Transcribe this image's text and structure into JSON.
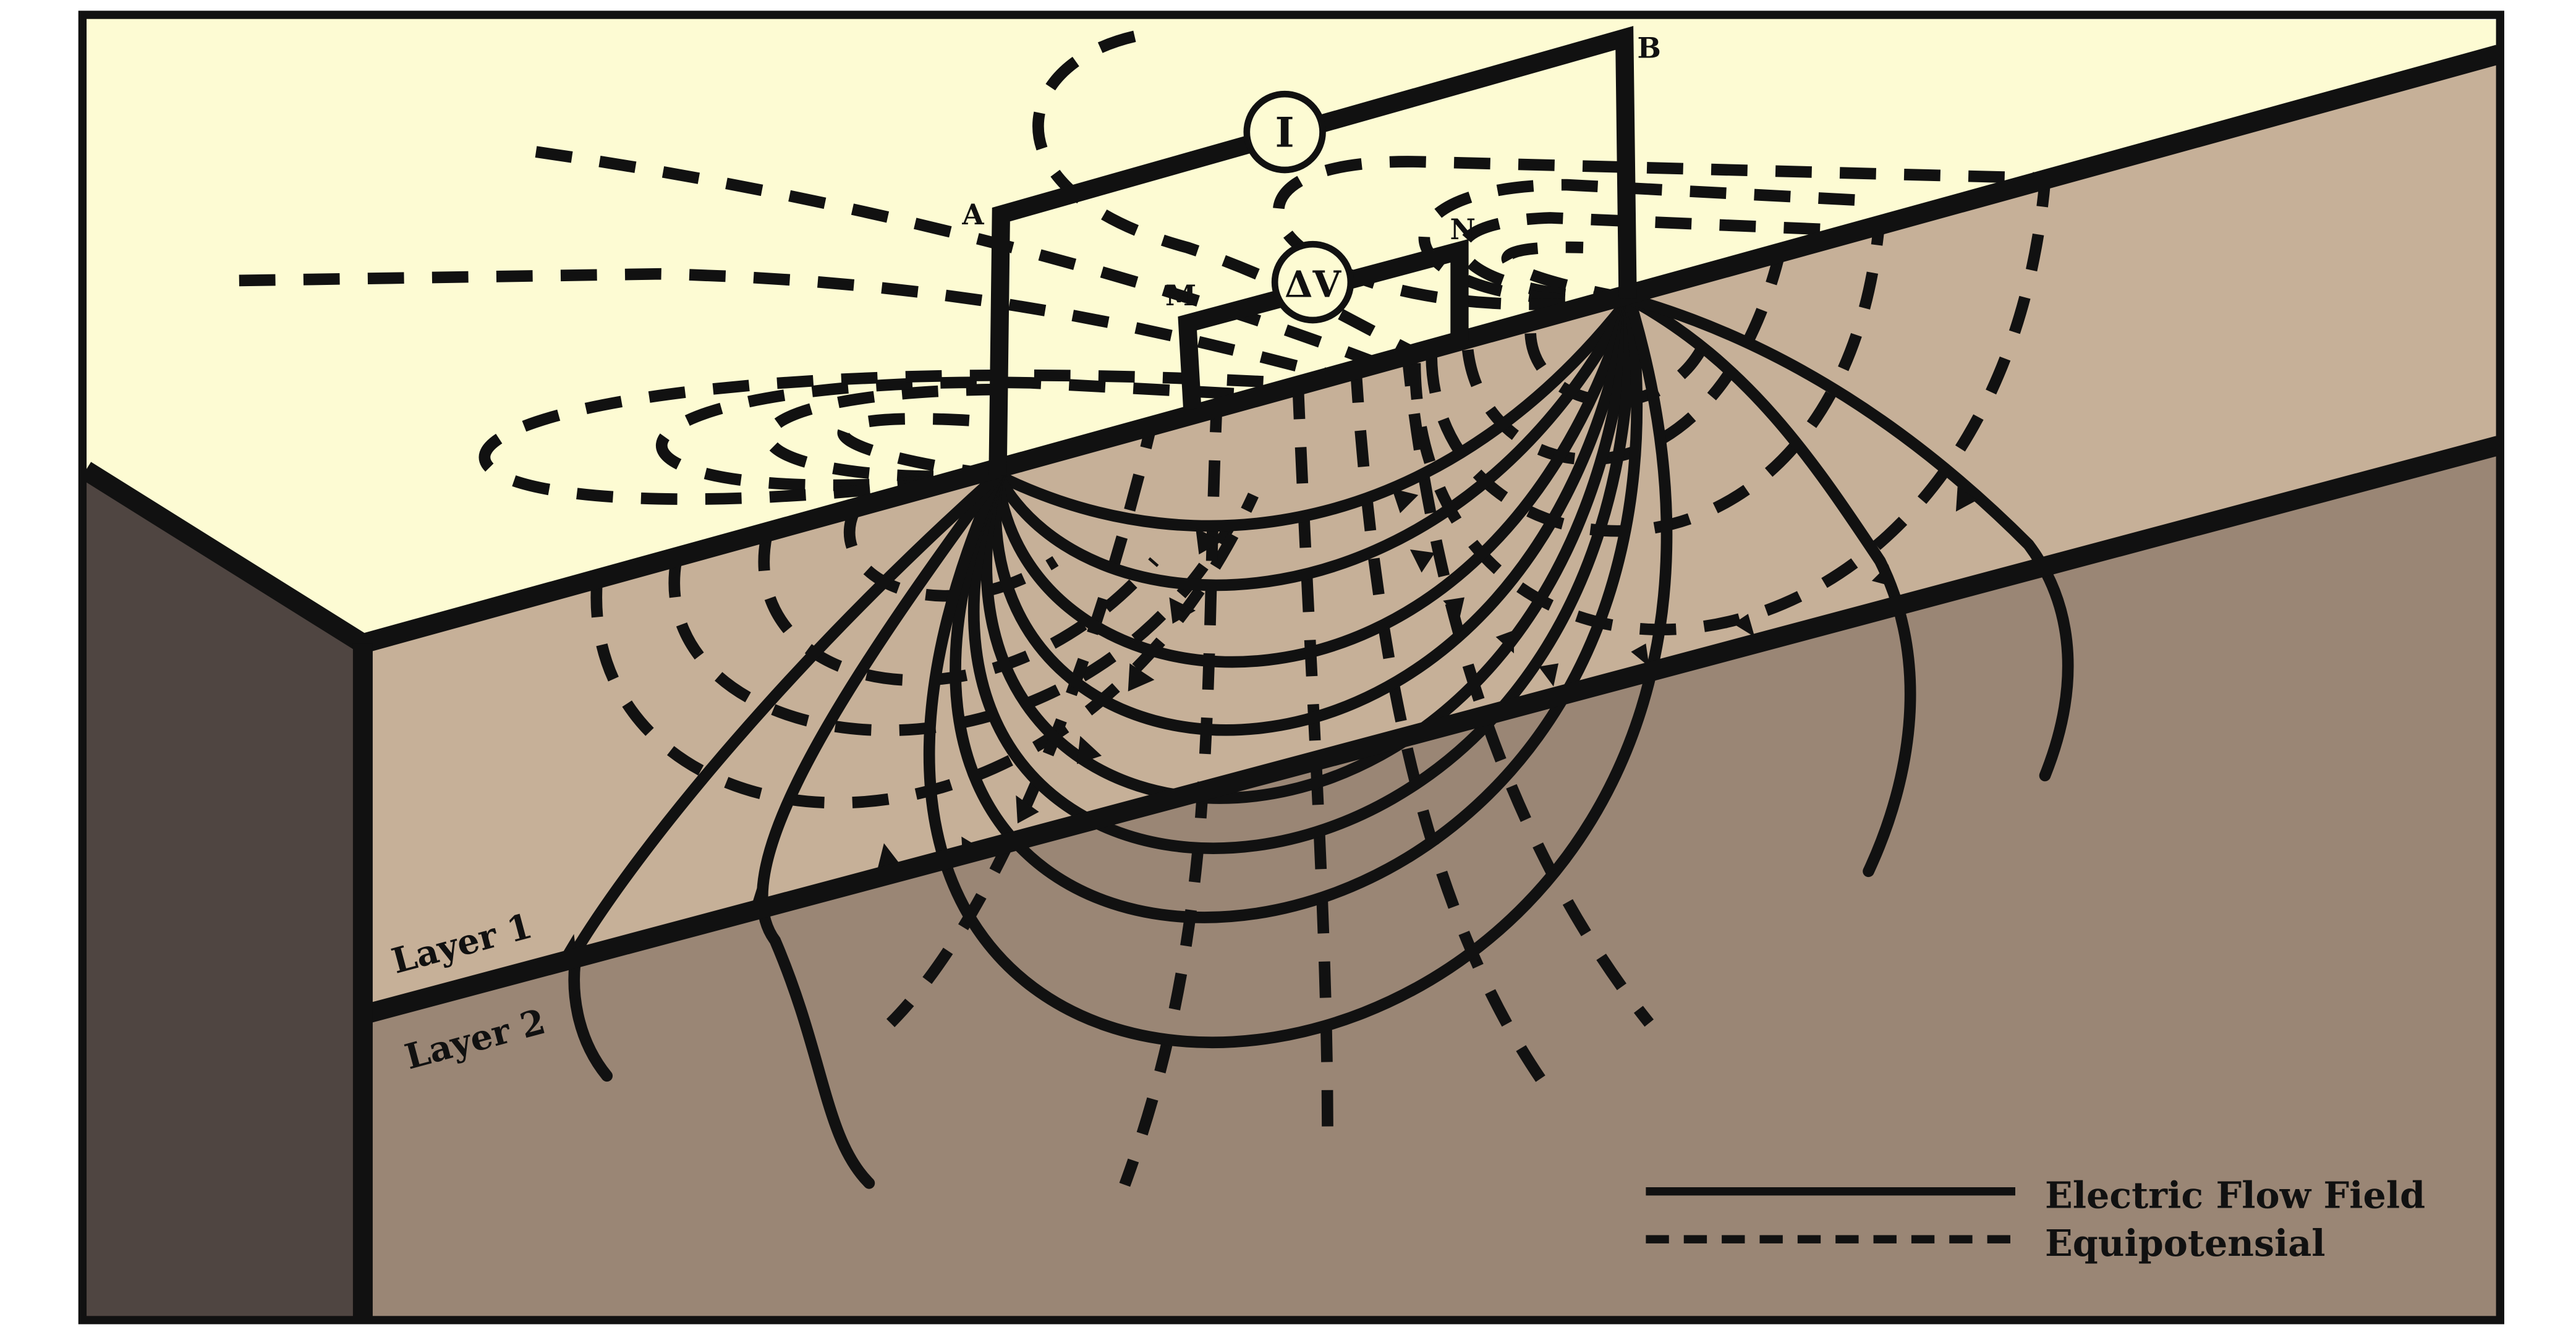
{
  "electrodes": {
    "a": "A",
    "b": "B",
    "m": "M",
    "n": "N"
  },
  "meters": {
    "current": "I",
    "voltage": "ΔV"
  },
  "layers": {
    "layer1": "Layer 1",
    "layer2": "Layer 2"
  },
  "legend": {
    "flow": "Electric Flow Field",
    "equipotential": "Equipotensial"
  },
  "colors": {
    "surface": "#fdfbd3",
    "layer1": "#c6b098",
    "layer2": "#9a8675",
    "side": "#4f4541",
    "line": "#111111"
  }
}
